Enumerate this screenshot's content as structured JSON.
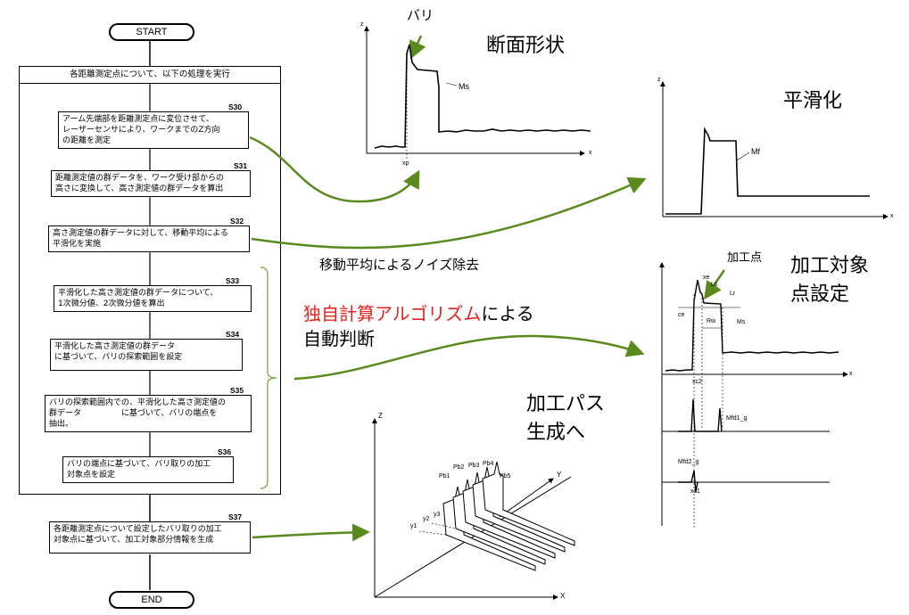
{
  "flowchart": {
    "start": "START",
    "end": "END",
    "loop_header": "各距離測定点について、以下の処理を実行",
    "steps": [
      {
        "id": "S30",
        "line1": "アーム先端部を距離測定点に変位させて、",
        "line2": "レーザーセンサにより、ワークまでのZ方向",
        "line3": "の距離を測定"
      },
      {
        "id": "S31",
        "line1": "距離測定値の群データを、ワーク受け部からの",
        "line2": "高さに変換して、高さ測定値の群データを算出"
      },
      {
        "id": "S32",
        "line1": "高さ測定値の群データに対して、移動平均による",
        "line2": "平滑化を実施"
      },
      {
        "id": "S33",
        "line1": "平滑化した高さ測定値の群データについて、",
        "line2": "1次微分値、2次微分値を算出"
      },
      {
        "id": "S34",
        "line1": "平滑化した高さ測定値の群データ",
        "line2": "に基づいて、バリの探索範囲を設定"
      },
      {
        "id": "S35",
        "line1": "バリの探索範囲内での、平滑化した高さ測定値の",
        "line2": "群データ　　　　　に基づいて、バリの端点を",
        "line3": "抽出。"
      },
      {
        "id": "S36",
        "line1": "バリの端点に基づいて、バリ取りの加工",
        "line2": "対象点を設定"
      },
      {
        "id": "S37",
        "line1": "各距離測定点について設定したバリ取りの加工",
        "line2": "対象点に基づいて、加工対象部分情報を生成"
      }
    ]
  },
  "annotations": {
    "cross_section": "断面形状",
    "smoothing": "平滑化",
    "moving_average": "移動平均によるノイズ除去",
    "algorithm_red": "独自計算アルゴリズム",
    "algorithm_rest": "による",
    "algorithm_line2": "自動判断",
    "target_line1": "加工対象",
    "target_line2": "点設定",
    "path_line1": "加工パス",
    "path_line2": "生成へ",
    "burr": "バリ",
    "machining_point": "加工点"
  },
  "plot_labels": {
    "z": "z",
    "x": "x",
    "Z": "Z",
    "X": "X",
    "Y": "Y",
    "xp": "xp",
    "Ms": "Ms",
    "Mf": "Mf",
    "Mfd1": "Mfd1_g",
    "Mfd2": "Mfd2_g",
    "Rw": "Rw",
    "Ls": "Ls",
    "Lr": "Lr",
    "xe": "xe",
    "ce": "ce",
    "xc2": "xc2",
    "xc1": "xc1",
    "pb1": "Pb1",
    "pb2": "Pb2",
    "pb3": "Pb3",
    "pb4": "Pb4",
    "pb5": "Pb5",
    "y1": "y1",
    "y2": "y2",
    "y3": "y3"
  },
  "colors": {
    "arrow_green": "#5a8a1e",
    "highlight_red": "#e8211c"
  }
}
